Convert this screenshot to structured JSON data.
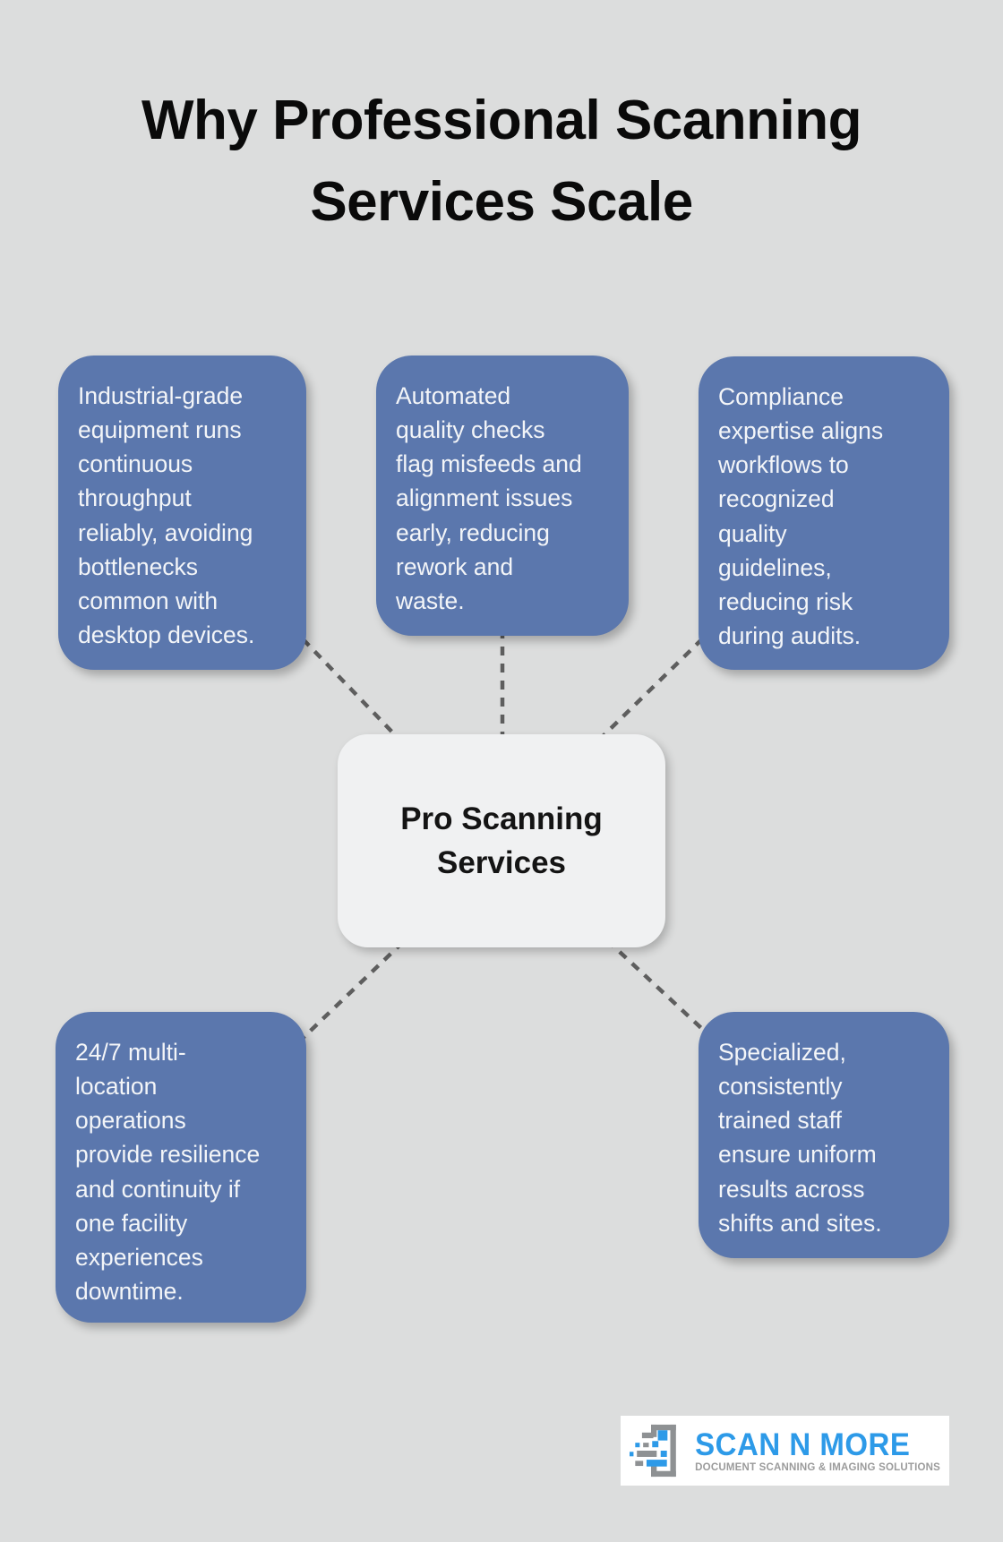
{
  "title": "Why Professional Scanning\nServices Scale",
  "center_node": {
    "label": "Pro Scanning\nServices"
  },
  "cards": [
    {
      "position": "top-left",
      "text": "Industrial-grade\nequipment runs\ncontinuous\nthroughput\nreliably, avoiding\nbottlenecks\ncommon with\ndesktop devices."
    },
    {
      "position": "top-middle",
      "text": "Automated\nquality checks\nflag misfeeds and\nalignment issues\nearly, reducing\nrework and\nwaste."
    },
    {
      "position": "top-right",
      "text": "Compliance\nexpertise aligns\nworkflows to\nrecognized\nquality\nguidelines,\nreducing risk\nduring audits."
    },
    {
      "position": "bottom-left",
      "text": "24/7 multi-\nlocation\noperations\nprovide resilience\nand continuity if\none facility\nexperiences\ndowntime."
    },
    {
      "position": "bottom-right",
      "text": "Specialized,\nconsistently\ntrained staff\nensure uniform\nresults across\nshifts and sites."
    }
  ],
  "logo": {
    "name": "SCAN N MORE",
    "tagline": "DOCUMENT SCANNING & IMAGING SOLUTIONS"
  },
  "colors": {
    "background": "#dcdddd",
    "card_blue": "#5b77ad",
    "card_text": "#f3f5f8",
    "center_bg": "#f0f1f2",
    "title_text": "#0a0a0a",
    "connector_gray": "#5e5e5e",
    "logo_blue": "#2d9ae8",
    "logo_gray": "#9b9b9b"
  }
}
